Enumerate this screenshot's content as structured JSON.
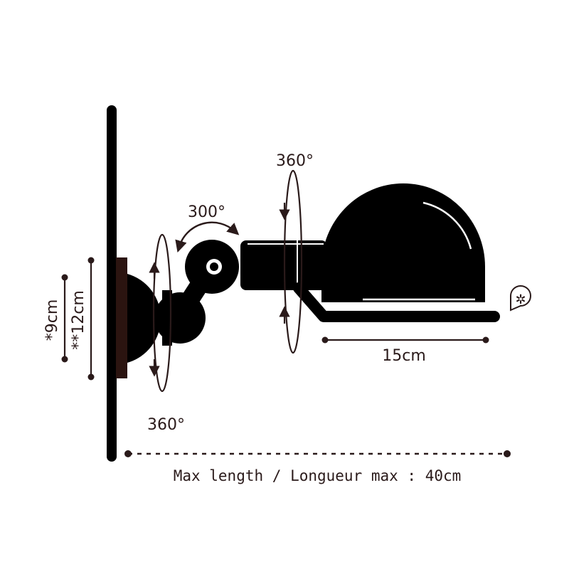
{
  "labels": {
    "rot_top": "360°",
    "rot_elbow": "300°",
    "rot_bottom": "360°",
    "dim_9": "*9cm",
    "dim_12": "**12cm",
    "dim_15": "15cm",
    "max_length": "Max length / Longueur max : 40cm"
  },
  "icons": {
    "info_badge": "asterisk-drop-icon"
  },
  "colors": {
    "ink": "#000000",
    "dim": "#2a1a1a",
    "plate": "#2b1410",
    "highlight": "#ffffff"
  }
}
